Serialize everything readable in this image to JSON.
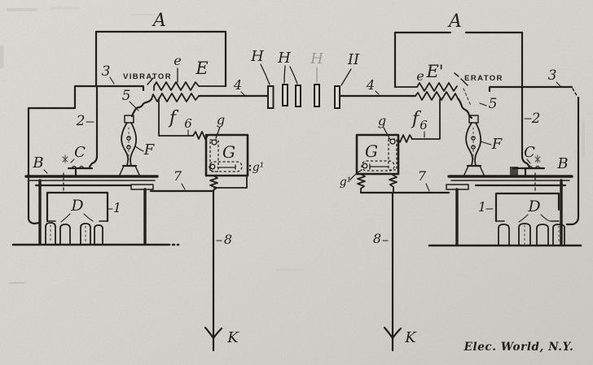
{
  "colors": {
    "paper": "#d8d7d2",
    "ink": "#221f1a"
  },
  "signature": "Elec. World, N.Y.",
  "labels": {
    "left": {
      "A": "A",
      "wire3": "3",
      "vibrator": "VIBRATOR",
      "e": "e",
      "E": "E",
      "wire5": "5",
      "f": "f",
      "wire6": "6",
      "g": "g",
      "G": "G",
      "g1": "g¹",
      "wire2": "2",
      "C": "C",
      "B": "B",
      "F": "F",
      "wire7": "7",
      "D": "D",
      "battery1": "1",
      "wire8": "8",
      "K": "K",
      "wire4": "4"
    },
    "center": {
      "H1": "H",
      "H2": "H",
      "H3": "H",
      "H4": "II"
    },
    "right": {
      "A": "A",
      "wire3": "3",
      "vibrator": "ERATOR",
      "e": "e",
      "E": "E'",
      "wire5": "5",
      "f": "f",
      "wire6": "6",
      "g": "g",
      "G": "G",
      "g1": "g¹",
      "wire2": "2",
      "C": "C",
      "B": "B",
      "F": "F",
      "wire7": "7",
      "D": "D",
      "battery1": "1",
      "wire8": "8",
      "K": "K",
      "wire4": "4"
    }
  }
}
